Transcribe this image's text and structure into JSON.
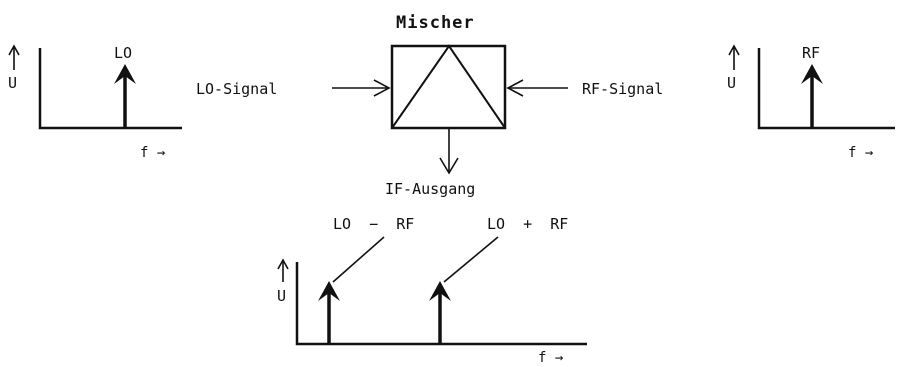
{
  "mixer": {
    "title": "Mischer",
    "lo_input_label": "LO-Signal",
    "rf_input_label": "RF-Signal",
    "output_label": "IF-Ausgang"
  },
  "plots": {
    "lo": {
      "y_axis": "U",
      "x_axis": "f →",
      "peak_label": "LO"
    },
    "rf": {
      "y_axis": "U",
      "x_axis": "f →",
      "peak_label": "RF"
    },
    "if": {
      "y_axis": "U",
      "x_axis": "f →",
      "diff_label": "LO  −  RF",
      "sum_label": "LO  +  RF"
    }
  }
}
